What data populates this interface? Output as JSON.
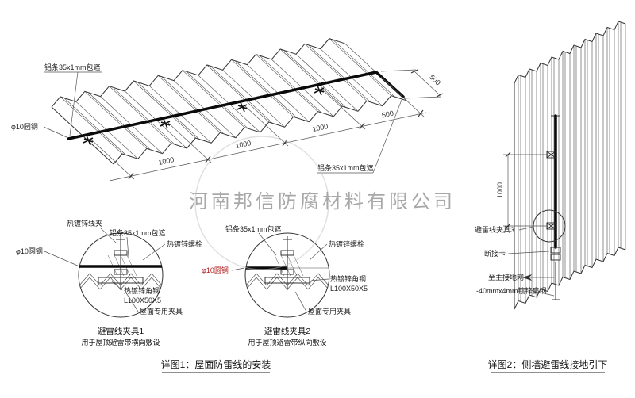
{
  "watermark": {
    "text": "河南邦信防腐材料有限公司"
  },
  "detail1": {
    "caption": "详图1：屋面防雷线的安装",
    "roof": {
      "label_alu_top": "铝条35x1mm包遮",
      "label_round_steel": "φ10圆钢",
      "label_alu_right": "铝条35x1mm包遮",
      "dims": [
        "1000",
        "1000",
        "1000",
        "500"
      ],
      "dim_side": "500"
    },
    "clamp1": {
      "title": "避雷线夹具1",
      "subtitle": "用于屋顶避雷带横向敷设",
      "labels": {
        "wire_clip": "热镀锌线夹",
        "alu_strip": "铝条35x1mm包遮",
        "bolt": "热镀锌螺栓",
        "round_steel": "φ10圆钢",
        "angle_steel": "热镀锌角钢",
        "angle_spec": "L100X50X5",
        "roof_clamp": "屋面专用夹具"
      }
    },
    "clamp2": {
      "title": "避雷线夹具2",
      "subtitle": "用于屋顶避雷带纵向敷设",
      "labels": {
        "alu_strip": "铝条35x1mm包遮",
        "bolt": "热镀锌螺栓",
        "round_steel": "φ10圆钢",
        "angle_steel": "热镀锌角钢",
        "angle_spec": "L100X50X5",
        "roof_clamp": "屋面专用夹具"
      }
    }
  },
  "detail2": {
    "caption": "详图2：侧墙避雷线接地引下",
    "dim_vertical": "1000",
    "labels": {
      "clamp3": "避雷线夹具3",
      "disconnect": "断接卡",
      "to_ground": "至主接地网",
      "flat_steel": "-40mmx4mm镀锌扁钢"
    }
  },
  "colors": {
    "line": "#2a2a2a",
    "accent_red": "#b22222",
    "watermark": "#9a9a9a"
  }
}
